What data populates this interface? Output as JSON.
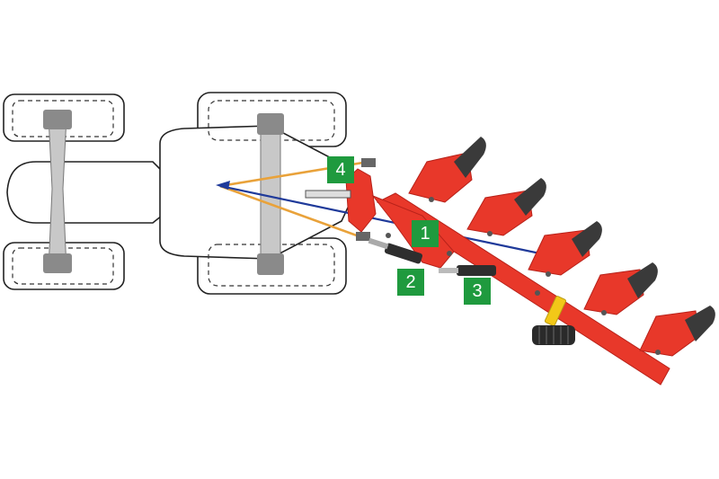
{
  "colors": {
    "plough_red": "#e8382a",
    "plough_dark_red": "#b8221a",
    "tractor_outline": "#222222",
    "tractor_fill": "#ffffff",
    "axle_grey": "#c8c8c8",
    "axle_dark": "#777777",
    "share_dark": "#3a3a3a",
    "pull_line_blue": "#1f3a9a",
    "link_line_orange": "#e9a23a",
    "badge_green": "#1f9a3e",
    "wheel_yellow": "#f2c818",
    "wheel_black": "#2a2a2a"
  },
  "badges": [
    {
      "label": "1"
    },
    {
      "label": "2"
    },
    {
      "label": "3"
    },
    {
      "label": "4"
    }
  ]
}
